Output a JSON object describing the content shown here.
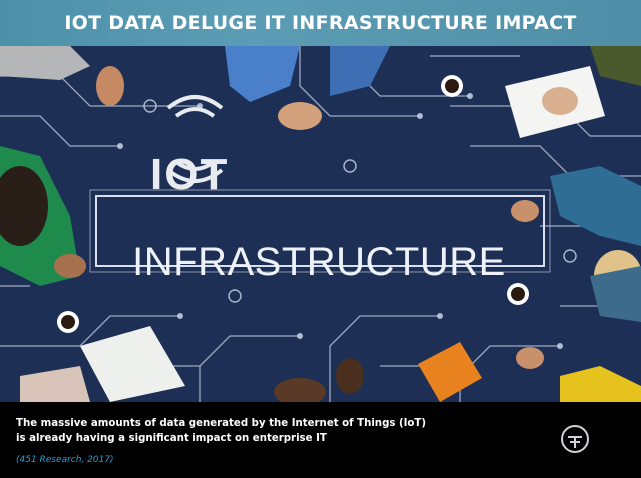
{
  "header": {
    "title": "IOT DATA DELUGE IT INFRASTRUCTURE IMPACT"
  },
  "image": {
    "iot_text": "IOT",
    "infrastructure_text": "INFRASTRUCTURE"
  },
  "caption": {
    "text_line1": "The massive amounts of data generated by the Internet of Things (IoT)",
    "text_line2": "is already having a significant impact on enterprise IT",
    "source": "(451 Research, 2017)"
  },
  "colors": {
    "header_bg": "#5b9db4",
    "scene_bg": "#1d2f55",
    "source_text": "#2f9bd6"
  },
  "icons": [
    "wireless-signal-icon",
    "brand-logo-icon"
  ]
}
